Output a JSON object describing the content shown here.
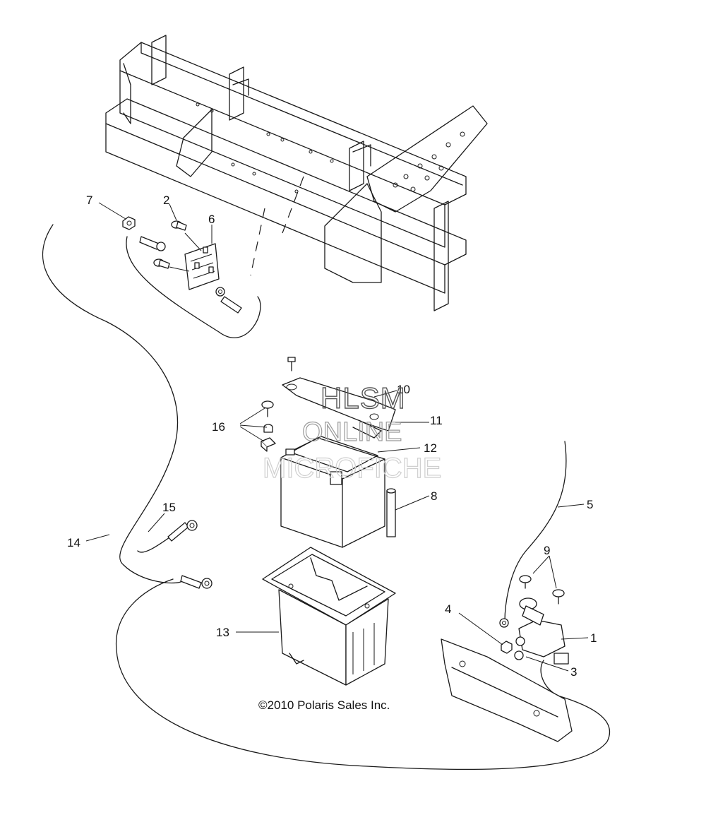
{
  "watermark": {
    "line1": "HLSM",
    "line2": "ONLINE",
    "line3": "MICROFICHE"
  },
  "copyright": "©2010 Polaris Sales Inc.",
  "callouts": [
    {
      "id": "1",
      "label": "1"
    },
    {
      "id": "2",
      "label": "2"
    },
    {
      "id": "3",
      "label": "3"
    },
    {
      "id": "4",
      "label": "4"
    },
    {
      "id": "5",
      "label": "5"
    },
    {
      "id": "6",
      "label": "6"
    },
    {
      "id": "7",
      "label": "7"
    },
    {
      "id": "8",
      "label": "8"
    },
    {
      "id": "9",
      "label": "9"
    },
    {
      "id": "10",
      "label": "10"
    },
    {
      "id": "11",
      "label": "11"
    },
    {
      "id": "12",
      "label": "12"
    },
    {
      "id": "13",
      "label": "13"
    },
    {
      "id": "14",
      "label": "14"
    },
    {
      "id": "15",
      "label": "15"
    },
    {
      "id": "16",
      "label": "16"
    }
  ]
}
